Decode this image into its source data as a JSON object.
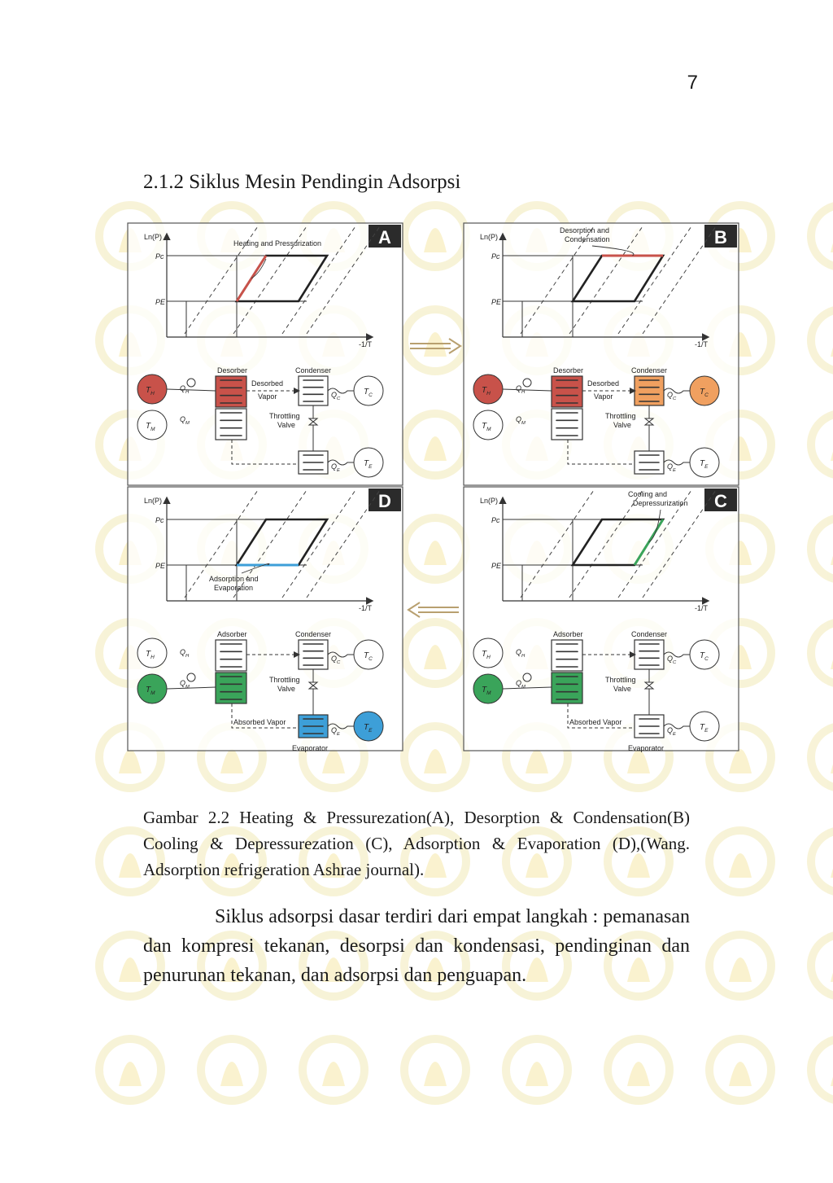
{
  "page_number": "7",
  "section_title": "2.1.2 Siklus Mesin Pendingin Adsorpsi",
  "colors": {
    "heat_red": "#c8524a",
    "cond_orange": "#f0a060",
    "cool_green": "#3aa45a",
    "evap_blue": "#3d9fd8",
    "process_line": "#222222",
    "watermark": "#f2eab8"
  },
  "figure": {
    "axes": {
      "y_label": "Ln(P)",
      "x_label": "-1/T",
      "pc": "Pc",
      "pe": "PE"
    },
    "labels": {
      "desorber": "Desorber",
      "adsorber": "Adsorber",
      "condenser": "Condenser",
      "evaporator": "Evaporator",
      "desorbed_vapor_1": "Desorbed",
      "desorbed_vapor_2": "Vapor",
      "absorbed_vapor": "Absorbed Vapor",
      "throttling_1": "Throttling",
      "throttling_2": "Valve",
      "qh": "QH",
      "qm": "QM",
      "qc": "QC",
      "qe": "QE",
      "th": "TH",
      "tm": "TM",
      "tc": "TC",
      "te": "TE"
    },
    "panels": [
      {
        "letter": "A",
        "annotation_1": "Heating and Pressurization",
        "annotation_2": ""
      },
      {
        "letter": "B",
        "annotation_1": "Desorption and",
        "annotation_2": "Condensation"
      },
      {
        "letter": "D",
        "annotation_1": "Adsorption and",
        "annotation_2": "Evaporation"
      },
      {
        "letter": "C",
        "annotation_1": "Cooling and",
        "annotation_2": "Depressurization"
      }
    ]
  },
  "caption": "Gambar 2.2 Heating & Pressurezation(A), Desorption & Condensation(B) Cooling & Depressurezation (C), Adsorption & Evaporation (D),(Wang. Adsorption refrigeration Ashrae journal).",
  "paragraph": "Siklus adsorpsi dasar terdiri dari empat langkah : pemanasan dan kompresi tekanan, desorpsi dan kondensasi, pendinginan dan penurunan tekanan, dan adsorpsi dan penguapan."
}
